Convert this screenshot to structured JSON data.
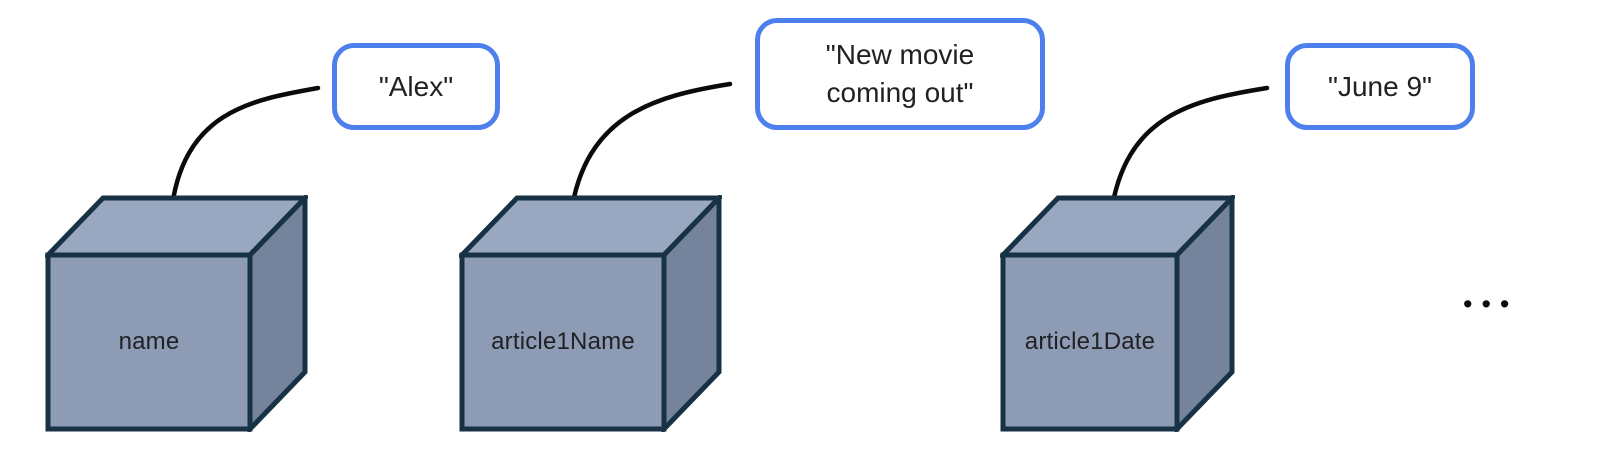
{
  "canvas": {
    "background": "#ffffff"
  },
  "colors": {
    "bubble_border": "#4e80ed",
    "bubble_bg": "#ffffff",
    "cube_top": "#9aa7c0",
    "cube_front": "#8e9bb5",
    "cube_right": "#76839d",
    "cube_outline": "#173245",
    "arrow": "#0b0b0b",
    "text": "#202124",
    "canvas_bg": "#ffffff"
  },
  "variables": [
    {
      "name": "name",
      "value": "\"Alex\""
    },
    {
      "name": "article1Name",
      "value": "\"New movie\ncoming out\""
    },
    {
      "name": "article1Date",
      "value": "\"June 9\""
    }
  ],
  "ellipsis": "•••"
}
